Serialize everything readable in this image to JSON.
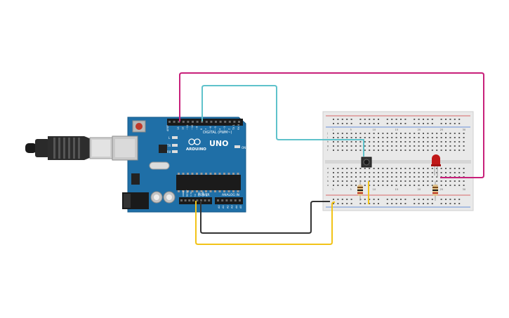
{
  "board": {
    "name": "UNO",
    "brand": "ARDUINO",
    "digital_label": "DIGITAL (PWM~)",
    "power_label": "POWER",
    "analog_label": "ANALOG IN",
    "on_label": "ON",
    "tx_label": "TX",
    "rx_label": "RX",
    "l_label": "L",
    "aref_label": "AREF",
    "digital_pins": [
      "13",
      "12",
      "~11",
      "~10",
      "~9",
      "8",
      "7",
      "~6",
      "~5",
      "4",
      "~3",
      "2",
      "TX 1",
      "RX 0"
    ],
    "power_pins": [
      "IOREF",
      "RESET",
      "3.3V",
      "5V",
      "GND",
      "GND",
      "Vin"
    ],
    "analog_pins": [
      "A0",
      "A1",
      "A2",
      "A3",
      "A4",
      "A5"
    ]
  },
  "breadboard": {
    "column_numbers": [
      "1",
      "5",
      "10",
      "15",
      "20",
      "25",
      "30"
    ],
    "row_letters_top": [
      "j",
      "i",
      "h",
      "g",
      "f"
    ],
    "row_letters_bottom": [
      "e",
      "d",
      "c",
      "b",
      "a"
    ]
  },
  "colors": {
    "board_blue": "#1f6fa7",
    "wire_magenta": "#c8207a",
    "wire_cyan": "#5fc2cb",
    "wire_black": "#333333",
    "wire_yellow": "#f2c318",
    "led_red": "#c01818",
    "rail_red": "#d23b3b",
    "rail_blue": "#3b6fd2"
  },
  "components": {
    "usb_cable": "usb-cable-icon",
    "pushbutton": "pushbutton-icon",
    "led": "led-icon",
    "resistors": [
      "resistor-icon",
      "resistor-icon"
    ]
  }
}
